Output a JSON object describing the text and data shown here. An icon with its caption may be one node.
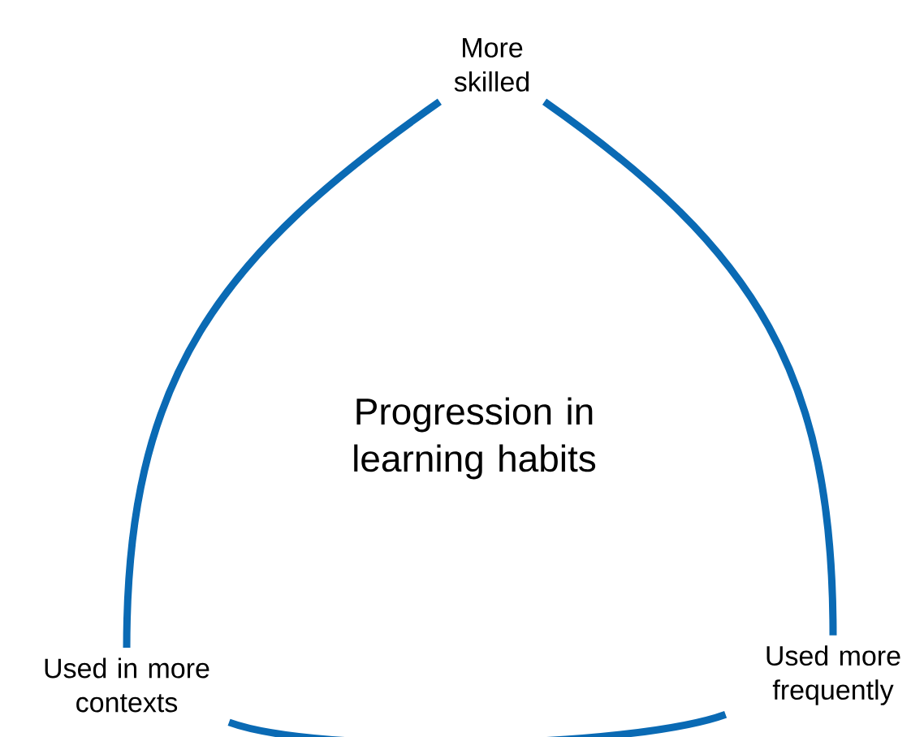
{
  "diagram": {
    "nodes": [
      {
        "text": [
          "More skilled"
        ]
      },
      {
        "text": [
          "Used in more contexts"
        ]
      },
      {
        "text": [
          "Used more frequently"
        ]
      }
    ],
    "edges": [
      {
        "from": 0,
        "to": 2,
        "arrow": "none"
      },
      {
        "from": 2,
        "to": 1,
        "arrow": "none"
      },
      {
        "from": 1,
        "to": 0,
        "arrow": "none"
      }
    ],
    "labels": [
      "Progression in learning habits"
    ]
  }
}
